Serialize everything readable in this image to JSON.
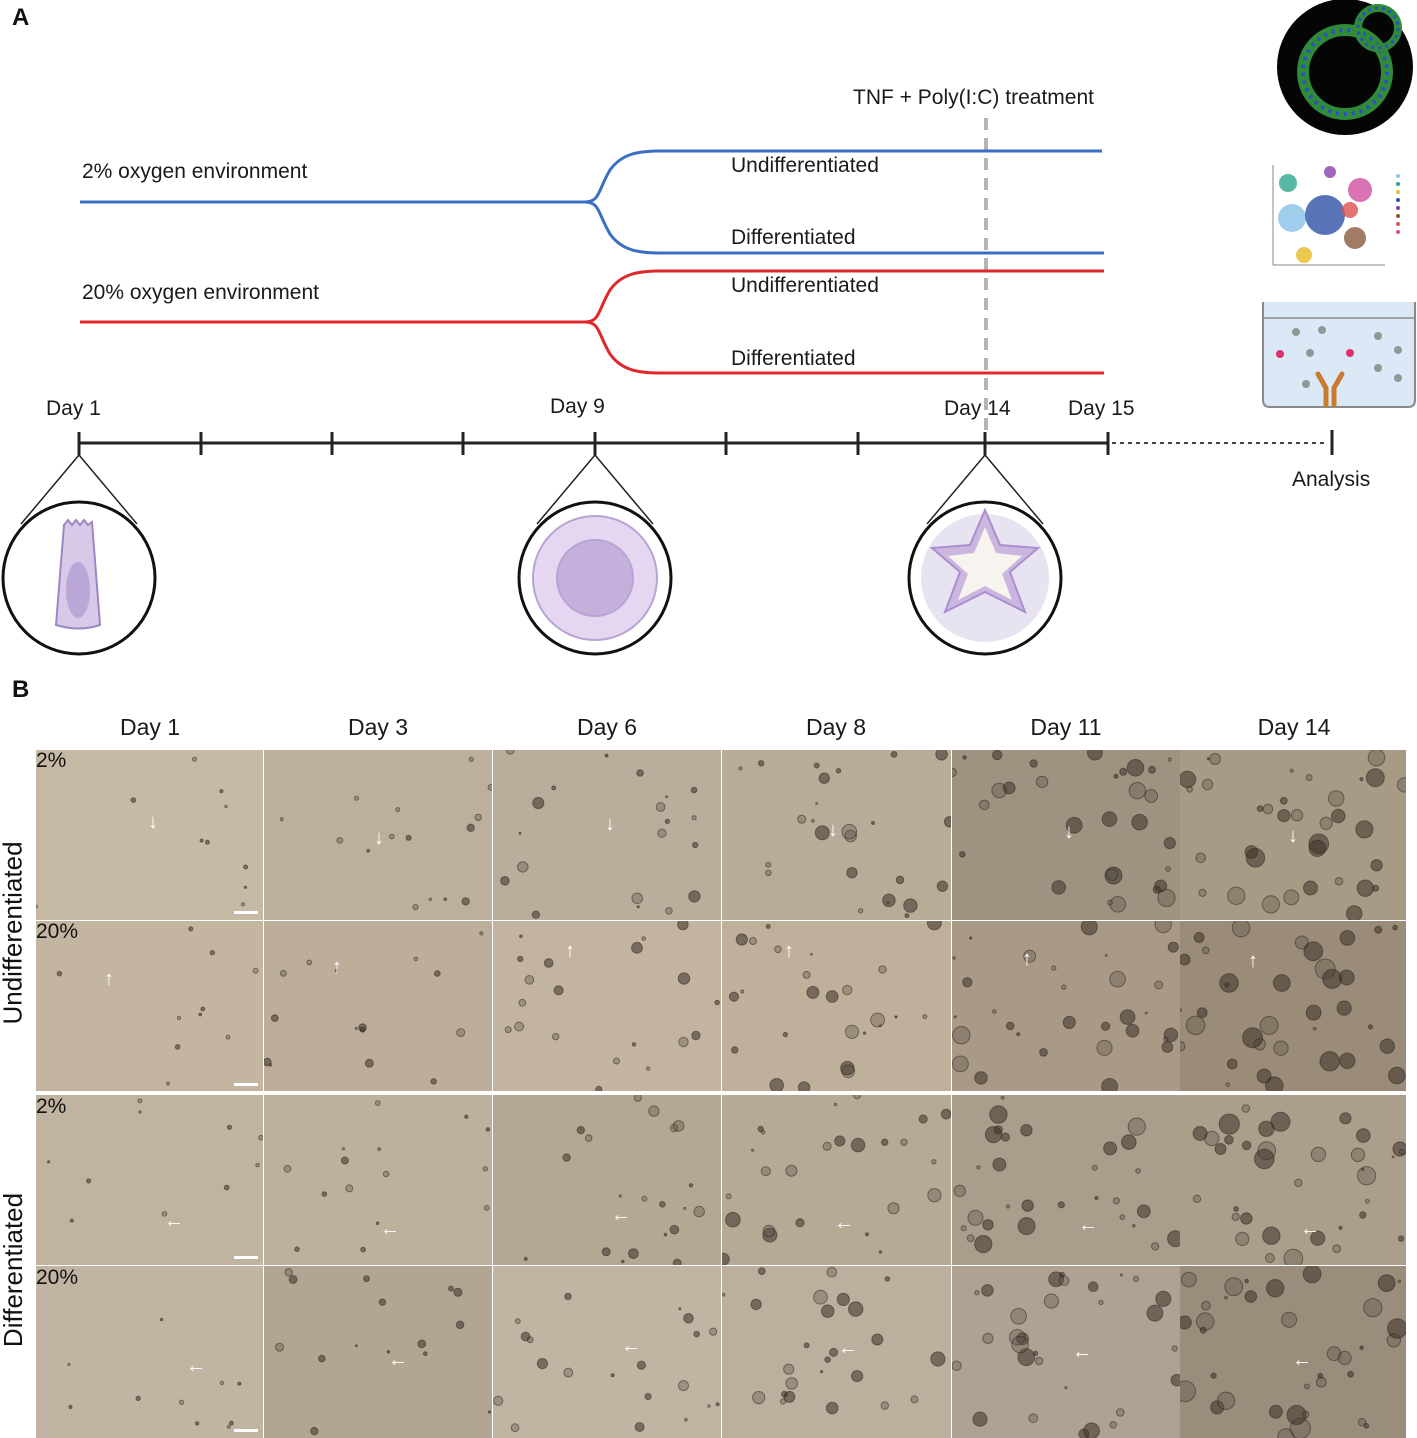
{
  "panel_a": {
    "letter": "A",
    "treatment_label": "TNF + Poly(I:C) treatment",
    "env_2": "2% oxygen environment",
    "env_20": "20% oxygen environment",
    "branch_undiff_2": "Undifferentiated",
    "branch_diff_2": "Differentiated",
    "branch_undiff_20": "Undifferentiated",
    "branch_diff_20": "Differentiated",
    "day1": "Day 1",
    "day9": "Day 9",
    "day14": "Day 14",
    "day15": "Day 15",
    "analysis": "Analysis",
    "colors": {
      "blue": "#3a6fc4",
      "red": "#e0282c",
      "organoid": "#d9c9e8"
    }
  },
  "panel_b": {
    "letter": "B",
    "columns": [
      "Day 1",
      "Day 3",
      "Day 6",
      "Day 8",
      "Day 11",
      "Day 14"
    ],
    "row_groups": [
      "Undifferentiated",
      "Differentiated"
    ],
    "conditions": [
      "2%",
      "20%",
      "2%",
      "20%"
    ]
  }
}
